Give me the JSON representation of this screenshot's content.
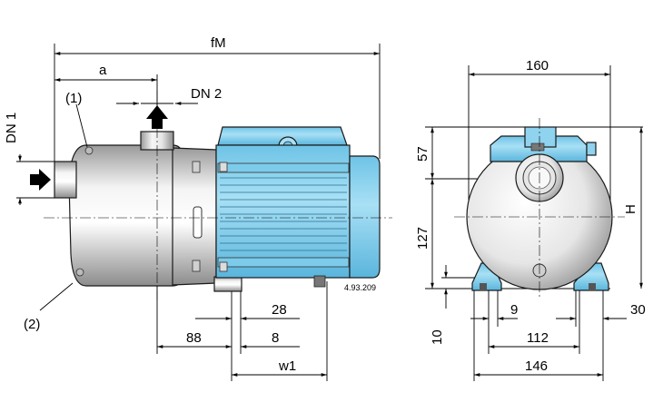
{
  "labels": {
    "fM": "fM",
    "a": "a",
    "dn1": "DN 1",
    "dn2": "DN 2",
    "callout1": "(1)",
    "callout2": "(2)",
    "d28": "28",
    "d88": "88",
    "d8": "8",
    "w1": "w1",
    "ref": "4.93.209",
    "d160": "160",
    "d57": "57",
    "d127": "127",
    "H": "H",
    "d10": "10",
    "d9": "9",
    "d30": "30",
    "d112": "112",
    "d146": "146"
  },
  "colors": {
    "motor_blue": "#8fd3ee",
    "motor_blue_dark": "#5bb8de",
    "steel_light": "#f2f2f2",
    "steel_mid": "#c9c9c9",
    "steel_dark": "#8a8a8a"
  }
}
